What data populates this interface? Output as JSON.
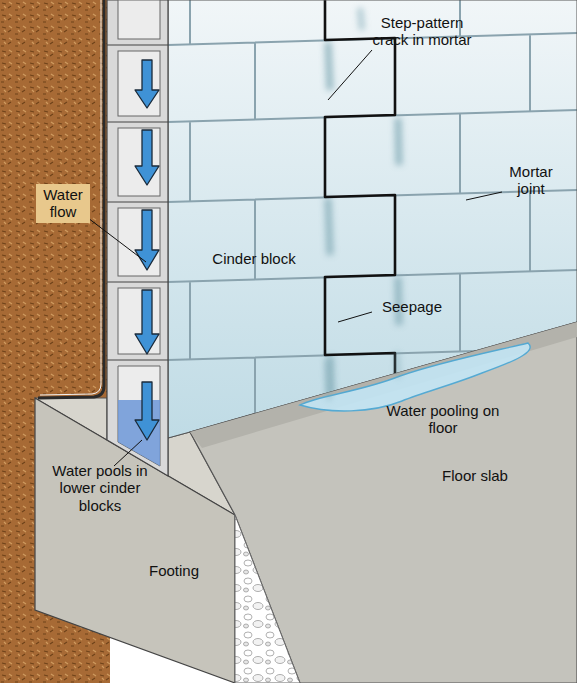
{
  "diagram": {
    "labels": [
      "Step-pattern crack in mortar",
      "Water flow",
      "Mortar joint",
      "Cinder block",
      "Seepage",
      "Water pooling on floor",
      "Water pools in lower cinder blocks",
      "Footing",
      "Floor slab"
    ]
  }
}
